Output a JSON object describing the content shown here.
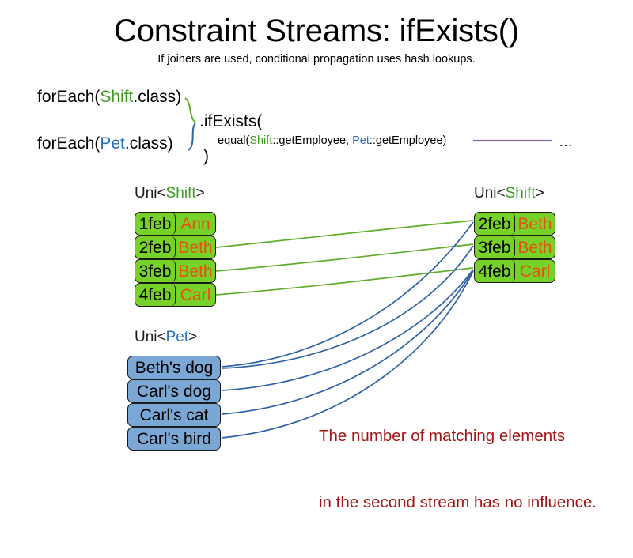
{
  "slide": {
    "title": "Constraint Streams: ifExists()",
    "subtitle": "If joiners are used, conditional propagation uses hash lookups."
  },
  "code": {
    "foreach_shift": {
      "prefix": "forEach(",
      "type": "Shift",
      "suffix": ".class)"
    },
    "foreach_pet": {
      "prefix": "forEach(",
      "type": "Pet",
      "suffix": ".class)"
    },
    "if_exists": ".ifExists(",
    "close_paren": ")",
    "equal": {
      "prefix": "equal(",
      "left_type": "Shift",
      "middle": "::getEmployee, ",
      "right_type": "Pet",
      "suffix": "::getEmployee)"
    },
    "ellipsis": "…"
  },
  "streams": {
    "shift_left": {
      "caption": {
        "prefix": "Uni<",
        "type": "Shift",
        "suffix": ">"
      },
      "rows": [
        {
          "date": "1feb",
          "name": "Ann"
        },
        {
          "date": "2feb",
          "name": "Beth"
        },
        {
          "date": "3feb",
          "name": "Beth"
        },
        {
          "date": "4feb",
          "name": "Carl"
        }
      ]
    },
    "shift_right": {
      "caption": {
        "prefix": "Uni<",
        "type": "Shift",
        "suffix": ">"
      },
      "rows": [
        {
          "date": "2feb",
          "name": "Beth"
        },
        {
          "date": "3feb",
          "name": "Beth"
        },
        {
          "date": "4feb",
          "name": "Carl"
        }
      ]
    },
    "pet": {
      "caption": {
        "prefix": "Uni<",
        "type": "Pet",
        "suffix": ">"
      },
      "rows": [
        {
          "label": "Beth's dog"
        },
        {
          "label": "Carl's dog"
        },
        {
          "label": "Carl's cat"
        },
        {
          "label": "Carl's bird"
        }
      ]
    }
  },
  "annotation": {
    "line1": "The number of matching elements",
    "line2": "in the second stream has no influence."
  },
  "colors": {
    "shift_green": "#76d229",
    "pet_blue": "#7ba7d4",
    "name_orange": "#e8500f",
    "annotation_red": "#a51515",
    "wire_green": "#5fae2b",
    "wire_blue": "#2f62a8",
    "rule_purple": "#8b6e9e",
    "token_shift": "#3d9b1f",
    "token_pet": "#2a6fbb"
  }
}
